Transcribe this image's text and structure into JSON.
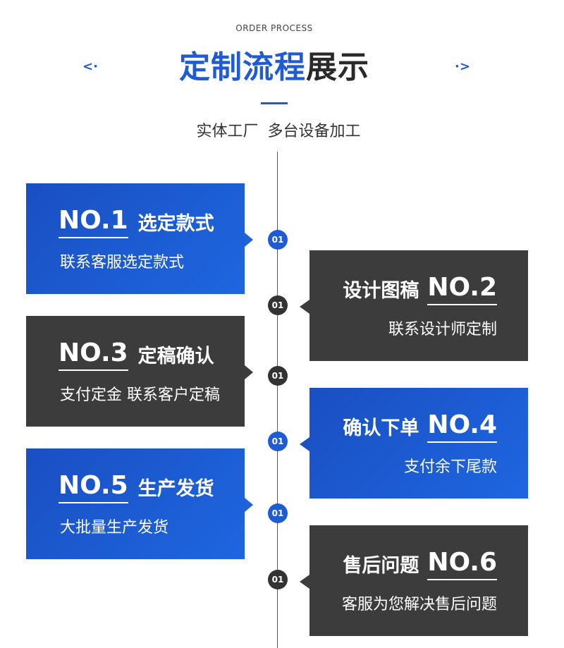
{
  "header": {
    "subtitle_en": "ORDER PROCESS",
    "title_blue": "定制流程",
    "title_dark": "展示",
    "arrow_left": "<·",
    "arrow_right": "·>",
    "tagline": "实体工厂 多台设备加工"
  },
  "colors": {
    "accent": "#1f5bd3",
    "dark": "#3c3c3c",
    "text": "#333333"
  },
  "steps": [
    {
      "no": "NO.1",
      "title": "选定款式",
      "desc": "联系客服选定款式",
      "dot": "01"
    },
    {
      "no": "NO.2",
      "title": "设计图稿",
      "desc": "联系设计师定制",
      "dot": "01"
    },
    {
      "no": "NO.3",
      "title": "定稿确认",
      "desc": "支付定金 联系客户定稿",
      "dot": "01"
    },
    {
      "no": "NO.4",
      "title": "确认下单",
      "desc": "支付余下尾款",
      "dot": "01"
    },
    {
      "no": "NO.5",
      "title": "生产发货",
      "desc": "大批量生产发货",
      "dot": "01"
    },
    {
      "no": "NO.6",
      "title": "售后问题",
      "desc": "客服为您解决售后问题",
      "dot": "01"
    }
  ]
}
